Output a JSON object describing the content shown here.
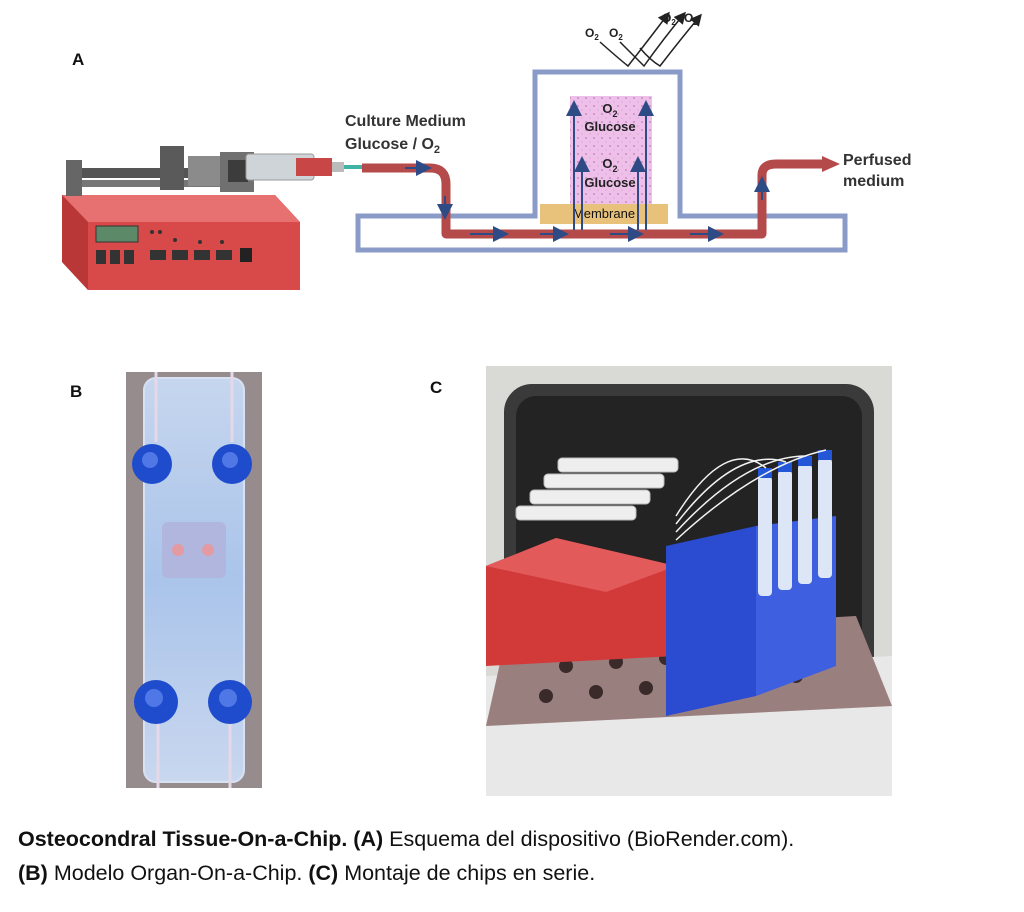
{
  "panels": {
    "a": "A",
    "b": "B",
    "c": "C"
  },
  "diagram": {
    "inlet_line1": "Culture Medium",
    "inlet_line2": "Glucose / O",
    "inlet_sub": "2",
    "outlet_line1": "Perfused",
    "outlet_line2": "medium",
    "chamber_o2_top": "O",
    "chamber_glucose_top": "Glucose",
    "chamber_o2_bottom": "O",
    "chamber_glucose_bottom": "Glucose",
    "membrane": "Membrane",
    "o2_sub": "2",
    "gas_o2_1": "O",
    "gas_o2_2": "O",
    "gas_o2_3": "O",
    "gas_o2_4": "O"
  },
  "caption": {
    "line1_bold": "Osteocondral Tissue-On-a-Chip. (A)",
    "line1_text": " Esquema del dispositivo (BioRender.com).",
    "line2_bold_b": "(B)",
    "line2_text_b": " Modelo Organ-On-a-Chip. ",
    "line2_bold_c": "(C)",
    "line2_text_c": " Montaje de chips en serie."
  },
  "colors": {
    "pump_red": "#d84a4a",
    "channel_blue": "#8a9bc7",
    "flow_red": "#b54a4a",
    "chamber_pink": "#e9b6e4",
    "membrane_tan": "#e8c27a",
    "arrow_navy": "#2e4b86"
  }
}
